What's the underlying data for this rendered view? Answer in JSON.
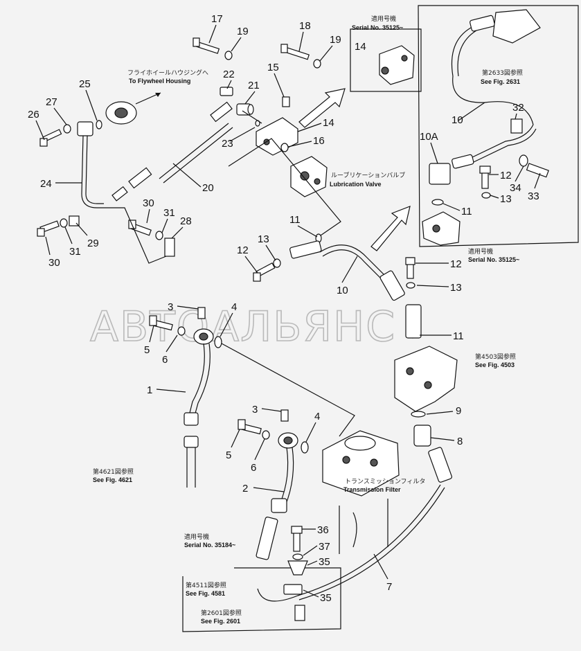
{
  "watermark": "АВТОАЛЬЯНС",
  "callouts": [
    {
      "id": "c17",
      "t": "17"
    },
    {
      "id": "c19a",
      "t": "19"
    },
    {
      "id": "c18",
      "t": "18"
    },
    {
      "id": "c19b",
      "t": "19"
    },
    {
      "id": "c22",
      "t": "22"
    },
    {
      "id": "c15",
      "t": "15"
    },
    {
      "id": "c21",
      "t": "21"
    },
    {
      "id": "c25",
      "t": "25"
    },
    {
      "id": "c26",
      "t": "26"
    },
    {
      "id": "c27",
      "t": "27"
    },
    {
      "id": "c23",
      "t": "23"
    },
    {
      "id": "c14a",
      "t": "14"
    },
    {
      "id": "c16",
      "t": "16"
    },
    {
      "id": "c24",
      "t": "24"
    },
    {
      "id": "c20",
      "t": "20"
    },
    {
      "id": "c30a",
      "t": "30"
    },
    {
      "id": "c31a",
      "t": "31"
    },
    {
      "id": "c28",
      "t": "28"
    },
    {
      "id": "c30b",
      "t": "30"
    },
    {
      "id": "c31b",
      "t": "31"
    },
    {
      "id": "c29",
      "t": "29"
    },
    {
      "id": "c11a",
      "t": "11"
    },
    {
      "id": "c12a",
      "t": "12"
    },
    {
      "id": "c13a",
      "t": "13"
    },
    {
      "id": "c10a",
      "t": "10"
    },
    {
      "id": "c12b",
      "t": "12"
    },
    {
      "id": "c13b",
      "t": "13"
    },
    {
      "id": "c11b",
      "t": "11"
    },
    {
      "id": "c3a",
      "t": "3"
    },
    {
      "id": "c4a",
      "t": "4"
    },
    {
      "id": "c5a",
      "t": "5"
    },
    {
      "id": "c6a",
      "t": "6"
    },
    {
      "id": "c1",
      "t": "1"
    },
    {
      "id": "c3b",
      "t": "3"
    },
    {
      "id": "c4b",
      "t": "4"
    },
    {
      "id": "c5b",
      "t": "5"
    },
    {
      "id": "c6b",
      "t": "6"
    },
    {
      "id": "c2",
      "t": "2"
    },
    {
      "id": "c9",
      "t": "9"
    },
    {
      "id": "c8",
      "t": "8"
    },
    {
      "id": "c7",
      "t": "7"
    },
    {
      "id": "c36",
      "t": "36"
    },
    {
      "id": "c37",
      "t": "37"
    },
    {
      "id": "c35a",
      "t": "35"
    },
    {
      "id": "c35b",
      "t": "35"
    },
    {
      "id": "c14b",
      "t": "14"
    },
    {
      "id": "c10b",
      "t": "10"
    },
    {
      "id": "c32",
      "t": "32"
    },
    {
      "id": "c10A",
      "t": "10A"
    },
    {
      "id": "c12c",
      "t": "12"
    },
    {
      "id": "c13c",
      "t": "13"
    },
    {
      "id": "c34",
      "t": "34"
    },
    {
      "id": "c33",
      "t": "33"
    },
    {
      "id": "c11c",
      "t": "11"
    }
  ],
  "notes": {
    "flywheel_jp": "フライホイールハウジングへ",
    "flywheel_en": "To Flywheel Housing",
    "serial_a_jp": "適用号機",
    "serial_a_en": "Serial No. 35125~",
    "lube_jp": "ルーブリケーションバルブ",
    "lube_en": "Lubrication Valve",
    "fig2631_jp": "第2633図参照",
    "fig2631_en": "See Fig. 2631",
    "serial_b_jp": "適用号機",
    "serial_b_en": "Serial No. 35125~",
    "fig4503_jp": "第4503図参照",
    "fig4503_en": "See Fig. 4503",
    "fig4621_jp": "第4621図参照",
    "fig4621_en": "See Fig. 4621",
    "tfilter_jp": "トランスミッションフィルタ",
    "tfilter_en": "Transmission Filter",
    "serial_c_jp": "適用号機",
    "serial_c_en": "Serial No. 35184~",
    "fig4581_jp": "第4511図参照",
    "fig4581_en": "See Fig. 4581",
    "fig2601_jp": "第2601図参照",
    "fig2601_en": "See Fig. 2601"
  }
}
